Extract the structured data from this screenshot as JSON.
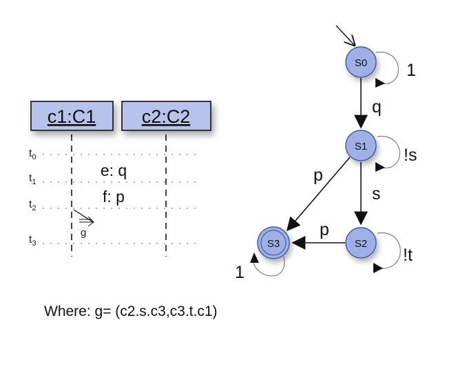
{
  "sequence": {
    "lifelines": [
      {
        "label": "c1:C1"
      },
      {
        "label": "c2:C2"
      }
    ],
    "times": [
      {
        "base": "t",
        "sub": "0"
      },
      {
        "base": "t",
        "sub": "1"
      },
      {
        "base": "t",
        "sub": "2"
      },
      {
        "base": "t",
        "sub": "3"
      }
    ],
    "messages": [
      {
        "label": "e: q"
      },
      {
        "label": "f: p"
      }
    ],
    "guard_label": "g"
  },
  "automaton": {
    "states": [
      "S0",
      "S1",
      "S2",
      "S3"
    ],
    "transitions": {
      "s0_loop": "1",
      "s0_s1": "q",
      "s1_loop": "!s",
      "s1_s2": "s",
      "s1_s3": "p",
      "s2_loop": "!t",
      "s2_s3": "p",
      "s3_loop": "1"
    }
  },
  "footer": {
    "where_text": "Where:  g= (c2.s.c3,c3.t.c1)"
  },
  "colors": {
    "box_fill": "#b7c3eb",
    "state_fill": "#9fb0e6",
    "state_stroke": "#4a5a9a",
    "line": "#111111"
  }
}
